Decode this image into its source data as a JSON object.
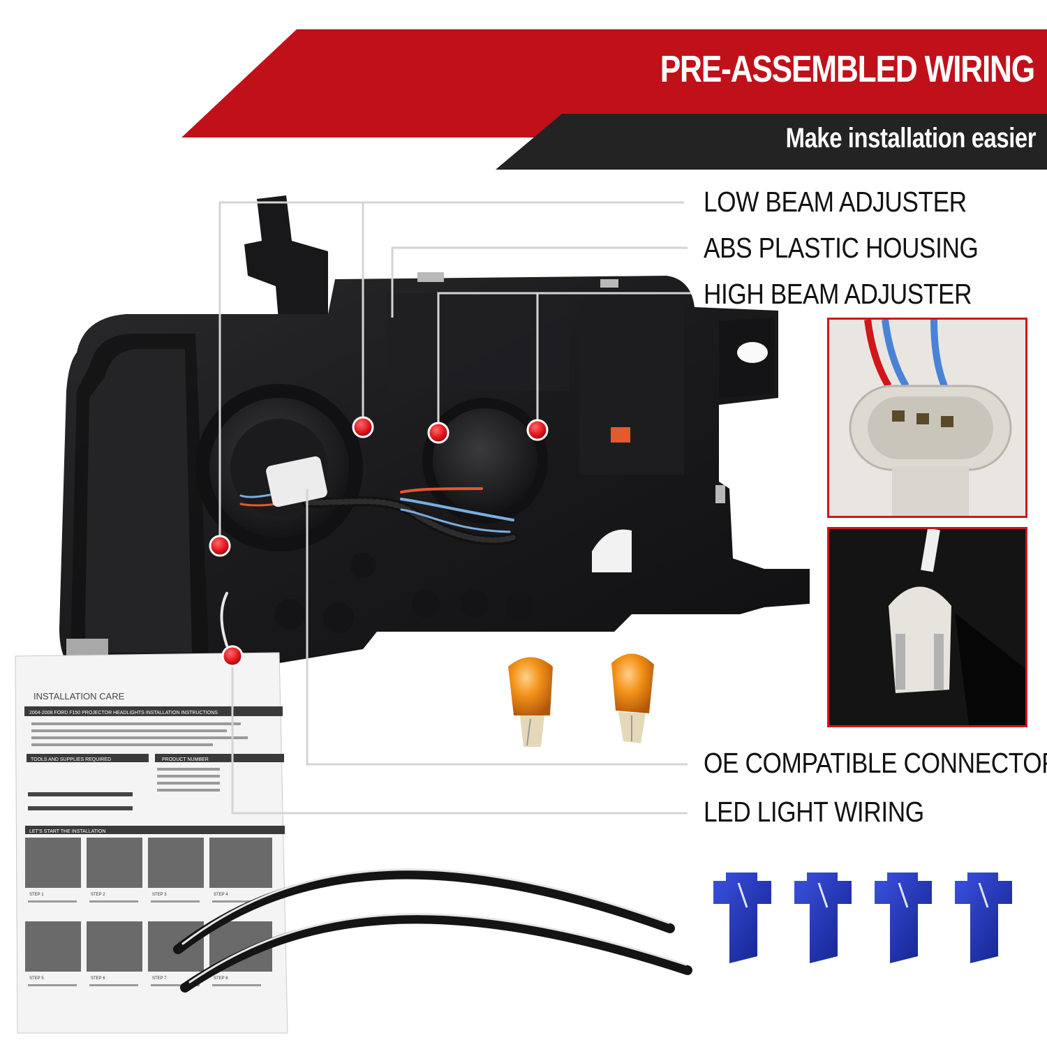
{
  "header": {
    "title": "PRE-ASSEMBLED WIRING",
    "subtitle": "Make installation easier"
  },
  "callouts": [
    {
      "label": "LOW BEAM ADJUSTER"
    },
    {
      "label": "ABS PLASTIC HOUSING"
    },
    {
      "label": "HIGH BEAM ADJUSTER"
    },
    {
      "label": "OE COMPATIBLE CONNECTORS"
    },
    {
      "label": "LED LIGHT WIRING"
    }
  ],
  "manual": {
    "title": "INSTALLATION CARE",
    "subtitle": "2004-2008 FORD F150 PROJECTOR HEADLIGHTS INSTALLATION INSTRUCTIONS",
    "section_tools": "TOOLS AND SUPPLIES REQUIRED",
    "section_product": "PRODUCT NUMBER",
    "section_start": "LET'S START THE INSTALLATION",
    "steps": [
      "STEP 1",
      "STEP 2",
      "STEP 3",
      "STEP 4",
      "STEP 5",
      "STEP 6",
      "STEP 7",
      "STEP 8"
    ]
  },
  "colors": {
    "banner_red": "#c0111b",
    "banner_dark": "#232323",
    "inset_border": "#d0161b",
    "marker_red": "#e0141c",
    "connector_blue": "#1e2fb0"
  },
  "icons": [
    "headlight-housing",
    "bulb-icon",
    "wire-tap-connector-icon",
    "led-strip-icon",
    "connector-plug-icon",
    "wedge-bulb-icon"
  ]
}
